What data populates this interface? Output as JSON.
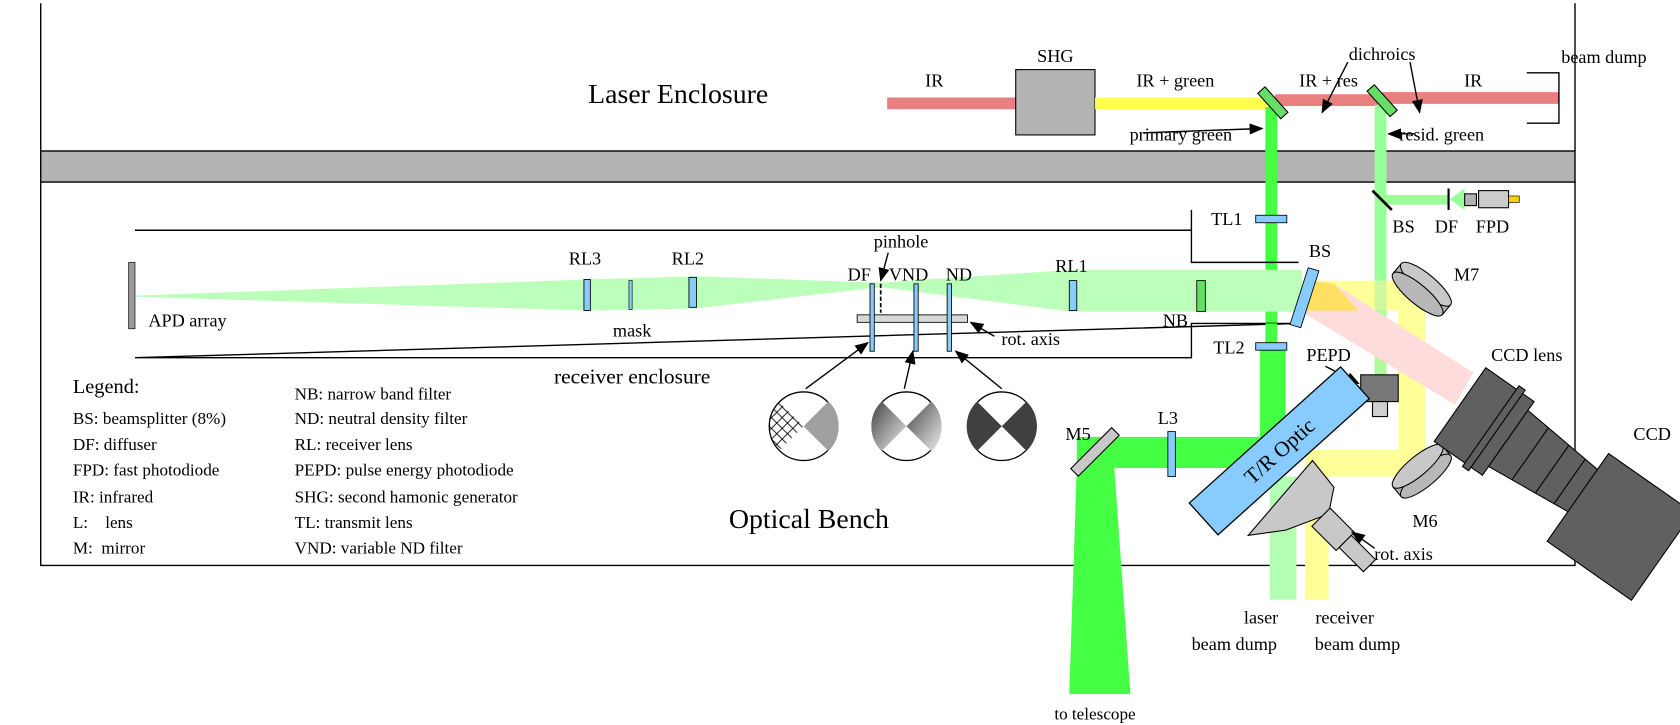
{
  "laser_enclosure": {
    "title": "Laser Enclosure",
    "labels": {
      "ir_in": "IR",
      "shg": "SHG",
      "ir_green": "IR + green",
      "dichroics": "dichroics",
      "ir_res": "IR + res",
      "ir_out": "IR",
      "beam_dump": "beam dump",
      "primary_green": "primary green",
      "resid_green": "resid. green"
    }
  },
  "optical_bench": {
    "title": "Optical Bench",
    "receiver_enclosure": "receiver enclosure",
    "labels": {
      "tl1": "TL1",
      "tl2": "TL2",
      "bs_main": "BS",
      "bs_small": "BS",
      "df_fpd": "DF",
      "fpd": "FPD",
      "m7": "M7",
      "m6": "M6",
      "m5": "M5",
      "l3": "L3",
      "ccd_lens": "CCD lens",
      "ccd": "CCD",
      "pepd": "PEPD",
      "tr_optic": "T/R Optic",
      "rot_axis_tr": "rot. axis",
      "laser_dump_1": "laser",
      "laser_dump_2": "beam dump",
      "receiver_dump_1": "receiver",
      "receiver_dump_2": "beam dump",
      "to_telescope": "to telescope",
      "apd": "APD array",
      "rl3": "RL3",
      "rl2": "RL2",
      "mask": "mask",
      "pinhole": "pinhole",
      "df": "DF",
      "vnd": "VND",
      "nd": "ND",
      "rl1": "RL1",
      "nb": "NB",
      "rot_axis_rx": "rot. axis"
    }
  },
  "legend": {
    "title": "Legend:",
    "col1": [
      "BS: beamsplitter (8%)",
      "DF: diffuser",
      "FPD: fast photodiode",
      "IR: infrared",
      "L:    lens",
      "M:  mirror"
    ],
    "col2": [
      "NB: narrow band filter",
      "ND: neutral density filter",
      "RL: receiver lens",
      "PEPD: pulse energy photodiode",
      "SHG: second hamonic generator",
      "TL: transmit lens",
      "VND: variable ND filter"
    ]
  },
  "colors": {
    "ir_beam": "#e88080",
    "ir_green_beam": "#ffff50",
    "primary_green": "#44ff44",
    "residual_green": "#99ff99",
    "receiver_beam": "#bbffbb",
    "return_beam": "#ffff99",
    "ccd_beam": "#ffdddd",
    "lens_blue": "#88ccff",
    "enclosure_gray": "#b3b3b3",
    "ccd_dark": "#606060"
  }
}
